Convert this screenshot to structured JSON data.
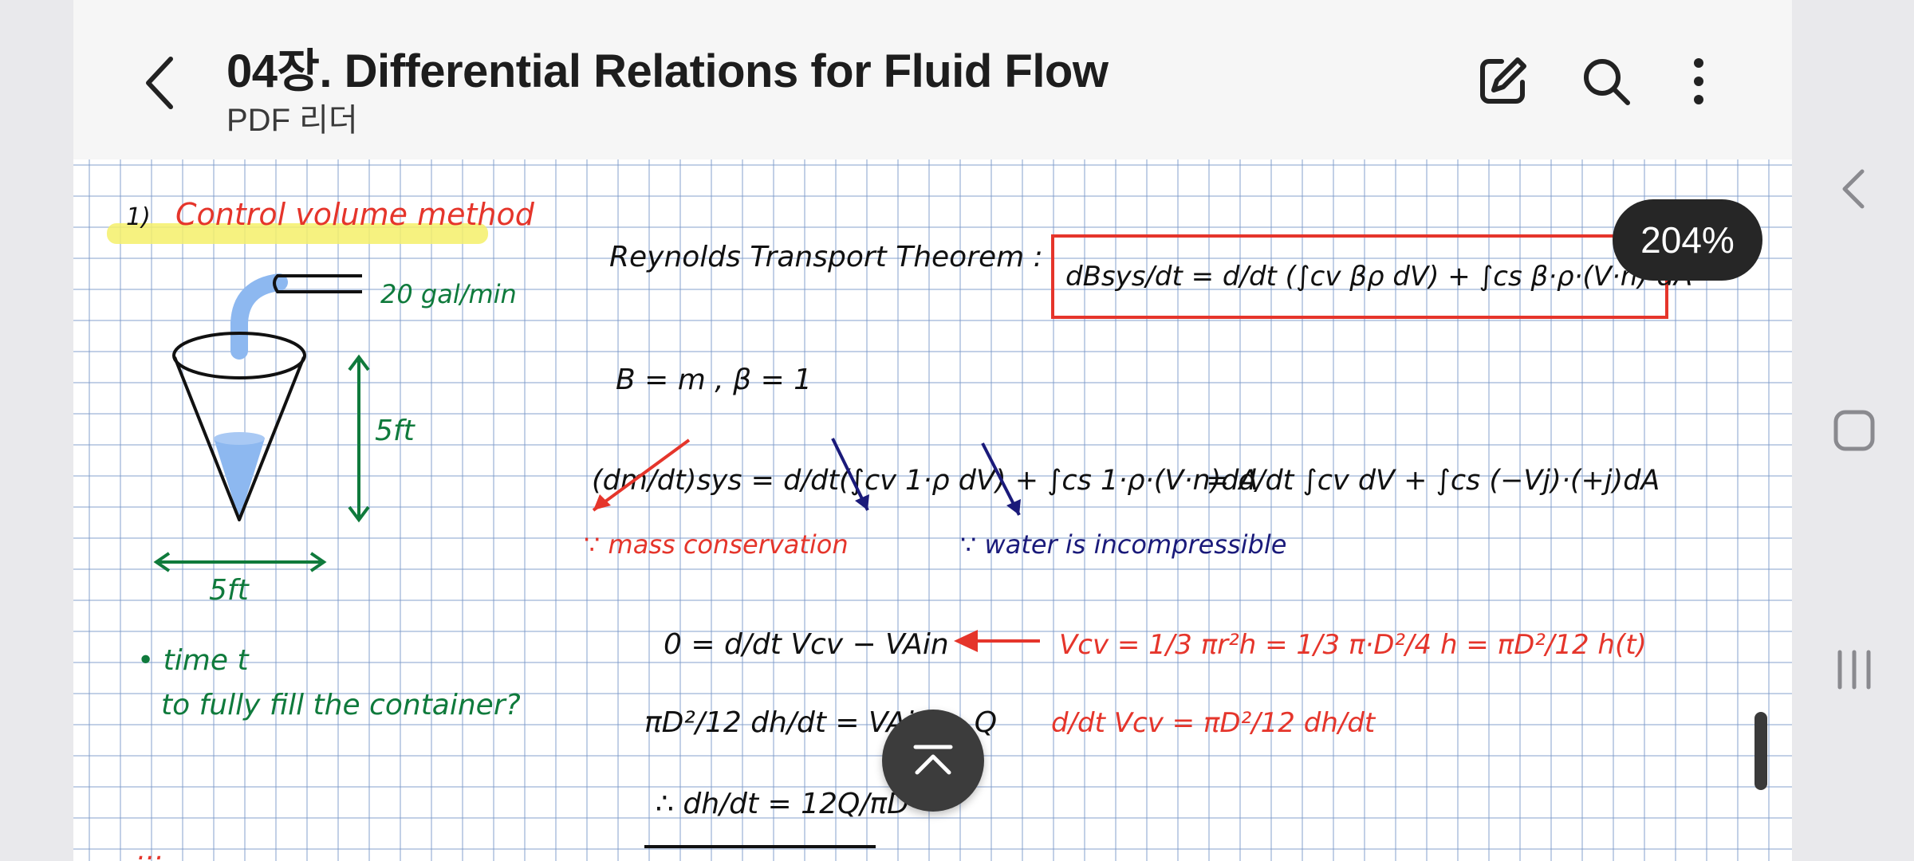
{
  "header": {
    "title": "04장. Differential Relations for Fluid Flow",
    "subtitle": "PDF 리더",
    "icons": {
      "back": "back-arrow-icon",
      "edit": "edit-icon",
      "search": "search-icon",
      "more": "more-options-icon"
    }
  },
  "zoom_level": "204%",
  "note": {
    "section_heading": "Control volume method",
    "flow_rate": "20 gal/min",
    "height_label": "5ft",
    "width_label": "5ft",
    "question_line1": "• time t",
    "question_line2": "to fully fill the container?",
    "rtt_label": "Reynolds Transport Theorem :",
    "rtt_formula": "dBsys/dt = d/dt (∫cv βρ dV) + ∫cs β·ρ·(V·n) dA",
    "b_definition": "B = m , β = 1",
    "mass_equation": "(dm/dt)sys = d/dt(∫cv 1·ρ dV) + ∫cs 1·ρ·(V·n)dA",
    "mass_equation_rhs": "= d/dt ∫cv dV + ∫cs (−Vj)·(+j)dA",
    "mass_conservation_note": "∵ mass conservation",
    "incompressible_note": "∵ water is incompressible",
    "eq_zero": "0 = d/dt Vcv − VAin",
    "vcv_definition": "Vcv = 1/3 πr²h = 1/3 π·D²/4 h = πD²/12 h(t)",
    "area_eq": "πD²/12 dh/dt = VAin = Q",
    "dvcv_eq": "d/dt Vcv = πD²/12 dh/dt",
    "result_eq": "∴ dh/dt = 12Q/πD²"
  },
  "nav": {
    "back": "nav-back-icon",
    "home": "nav-home-icon",
    "recents": "nav-recents-icon"
  },
  "colors": {
    "ink_black": "#111111",
    "ink_red": "#e5352b",
    "ink_green": "#0f7a3c",
    "ink_navy": "#1a1a7a",
    "highlight": "#f5f06a",
    "water": "#8db8f0"
  }
}
